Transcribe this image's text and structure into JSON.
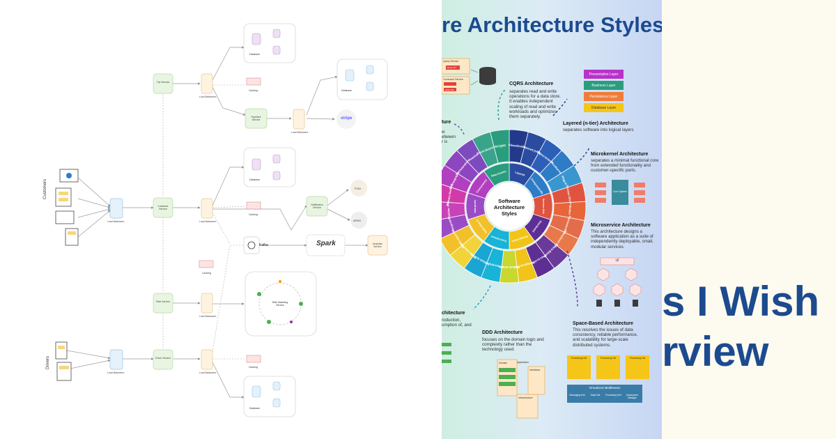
{
  "left_diagram": {
    "side_labels": [
      "Customers",
      "Drivers"
    ],
    "nodes": {
      "load_balancer": "Load Balancers",
      "trip_service": "Trip Service",
      "payment_service": "Payment Service",
      "customer_service": "Customer Service",
      "notification_service": "Notification Service",
      "ride_service": "Ride Service",
      "driver_service": "Driver Service",
      "kafka": "Kafka",
      "spark": "Spark",
      "stripe": "stripe",
      "fcm": "FCM",
      "apns": "APNS",
      "analytics": "Analytics Service",
      "database": "Database",
      "caching": "Caching",
      "matching": "Ride Matching Service"
    }
  },
  "architecture_poster": {
    "heading": "re Architecture Styles",
    "center": "Software Architecture Styles",
    "outer_segments": [
      "Clean/Onion",
      "Layered (n-tier)",
      "Object-Oriented",
      "Microkernel",
      "Plug-in",
      "Service-Oriented (SOA)",
      "Broker",
      "Microservices",
      "Serverless (FaaS)",
      "Space-Based",
      "Peer-to-Peer",
      "Hexagonal (Ports & Adapters)",
      "Domain-Driven Design (DDD)",
      "Event-Driven",
      "Publish-Subscribe",
      "Model-View-Controller",
      "Model-View-Presenter",
      "Interpreter",
      "Pipeline / Pipe-Filter",
      "Primary-Secondary",
      "Choreography",
      "Orchestration",
      "Reactive",
      "Event-Sourcing",
      "CQRS"
    ],
    "middle_segments": [
      "Layered",
      "Component-Based",
      "Service-Oriented",
      "Distributed Systems",
      "Domain-Driven",
      "Event-Driven",
      "Separation Of Concern",
      "Interpreter",
      "Concurrency",
      "Data-Centric"
    ],
    "sections": {
      "cqrs": {
        "title": "CQRS Architecture",
        "desc": "separates read and write operations for a data store. It enables independent scaling of read and write workloads and optimizes them separately."
      },
      "layered": {
        "title": "Layered (n-tier) Architecture",
        "desc": "separates software into logical layers"
      },
      "microkernel": {
        "title": "Microkernel Architecture",
        "desc": "separates a minimal functional core from extended functionality and customer-specific parts."
      },
      "microservice": {
        "title": "Microservice Architecture",
        "desc": "This architecture designs a software application as a suite of independently deployable, small, modular services."
      },
      "space_based": {
        "title": "Space-Based Architecture",
        "desc": "This resolves the issues of data consistency, reliable performance, and scalability for large-scale distributed systems."
      },
      "ddd": {
        "title": "DDD Architecture",
        "desc": "focuses on the domain logic and complexity rather than the technology used."
      },
      "left_cut_top": {
        "title": "ture",
        "desc_lines": [
          "w",
          "etween",
          "r is"
        ]
      },
      "left_cut_bottom": {
        "title": "chitecture",
        "desc_lines": [
          "roduction,",
          "umption of, and"
        ]
      }
    },
    "legend": [
      "Presentation Layer",
      "Business Layer",
      "Persistence Layer",
      "Database Layer"
    ],
    "legend_colors": [
      "#b832c9",
      "#2a9d7e",
      "#f07c3a",
      "#f5c518"
    ],
    "microkernel_core": "Core System",
    "microservice_ui": "UI",
    "space_based_bar": "Virtualized Middleware",
    "space_based_grid": [
      "Messaging Grid",
      "Data Grid",
      "Processing Grid",
      "Deployment Manager"
    ],
    "processing_unit": "Processing Unit",
    "ddd_boxes": [
      "Application",
      "Domain",
      "Interfaces",
      "Infrastructure"
    ],
    "cqrs_boxes": [
      "Query Service",
      "Read API",
      "Command Service",
      "Write API"
    ]
  },
  "right_text": {
    "line1": "s I Wish",
    "line2": "rview"
  }
}
